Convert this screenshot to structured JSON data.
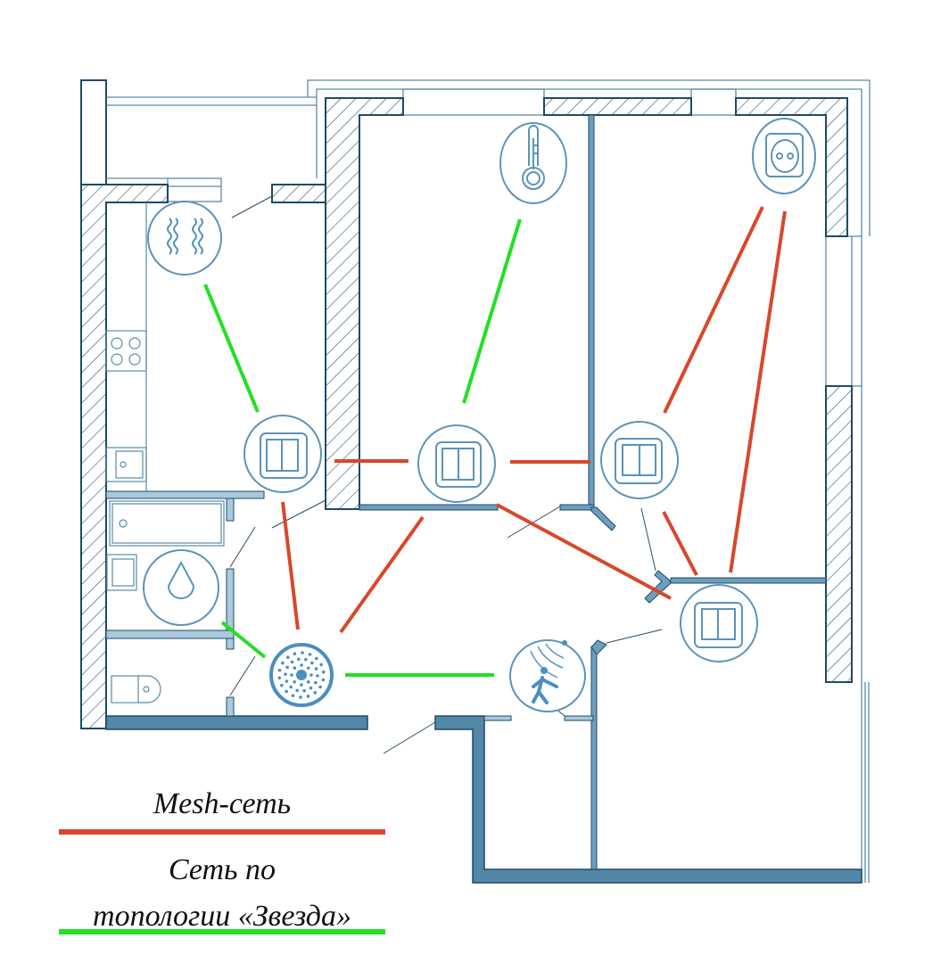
{
  "diagram": {
    "type": "apartment-floor-plan-smart-home-network",
    "colors": {
      "mesh_link": "#d9472b",
      "star_link": "#22e022",
      "wall_outline": "#1e4a66",
      "wall_fill": "#5387a8",
      "partition_fill": "#a9c9dc",
      "icon_stroke": "#5b93bb",
      "icon_fill": "#4a8fc2"
    },
    "devices": [
      {
        "id": "heater",
        "label": "heater-icon",
        "kind": "heater",
        "network": "star"
      },
      {
        "id": "thermometer",
        "label": "thermometer-icon",
        "kind": "temperature-sensor",
        "network": "star"
      },
      {
        "id": "socket",
        "label": "socket-icon",
        "kind": "smart-socket",
        "network": "mesh"
      },
      {
        "id": "switch-kitchen",
        "label": "switch-icon",
        "kind": "light-switch",
        "network": "mesh"
      },
      {
        "id": "switch-room1",
        "label": "switch-icon",
        "kind": "light-switch",
        "network": "mesh"
      },
      {
        "id": "switch-room2",
        "label": "switch-icon",
        "kind": "light-switch",
        "network": "mesh"
      },
      {
        "id": "switch-room3",
        "label": "switch-icon",
        "kind": "light-switch",
        "network": "mesh"
      },
      {
        "id": "water-leak",
        "label": "water-drop-icon",
        "kind": "leak-sensor",
        "network": "star"
      },
      {
        "id": "hub",
        "label": "hub-icon",
        "kind": "hub",
        "network": "both"
      },
      {
        "id": "motion",
        "label": "motion-sensor-icon",
        "kind": "motion-sensor",
        "network": "star"
      }
    ],
    "links": [
      {
        "from": "heater",
        "to": "switch-kitchen",
        "type": "star"
      },
      {
        "from": "thermometer",
        "to": "switch-room1",
        "type": "star"
      },
      {
        "from": "water-leak",
        "to": "hub",
        "type": "star"
      },
      {
        "from": "hub",
        "to": "motion",
        "type": "star"
      },
      {
        "from": "switch-kitchen",
        "to": "switch-room1",
        "type": "mesh"
      },
      {
        "from": "switch-room1",
        "to": "switch-room2",
        "type": "mesh"
      },
      {
        "from": "switch-kitchen",
        "to": "hub",
        "type": "mesh"
      },
      {
        "from": "switch-room1",
        "to": "hub",
        "type": "mesh"
      },
      {
        "from": "switch-room1",
        "to": "switch-room3",
        "type": "mesh"
      },
      {
        "from": "switch-room2",
        "to": "socket",
        "type": "mesh"
      },
      {
        "from": "switch-room2",
        "to": "switch-room3",
        "type": "mesh"
      },
      {
        "from": "socket",
        "to": "switch-room3",
        "type": "mesh"
      }
    ]
  },
  "legend": {
    "mesh_label": "Mesh-сеть",
    "star_label_line1": "Сеть по",
    "star_label_line2": "топологии «Звезда»"
  }
}
